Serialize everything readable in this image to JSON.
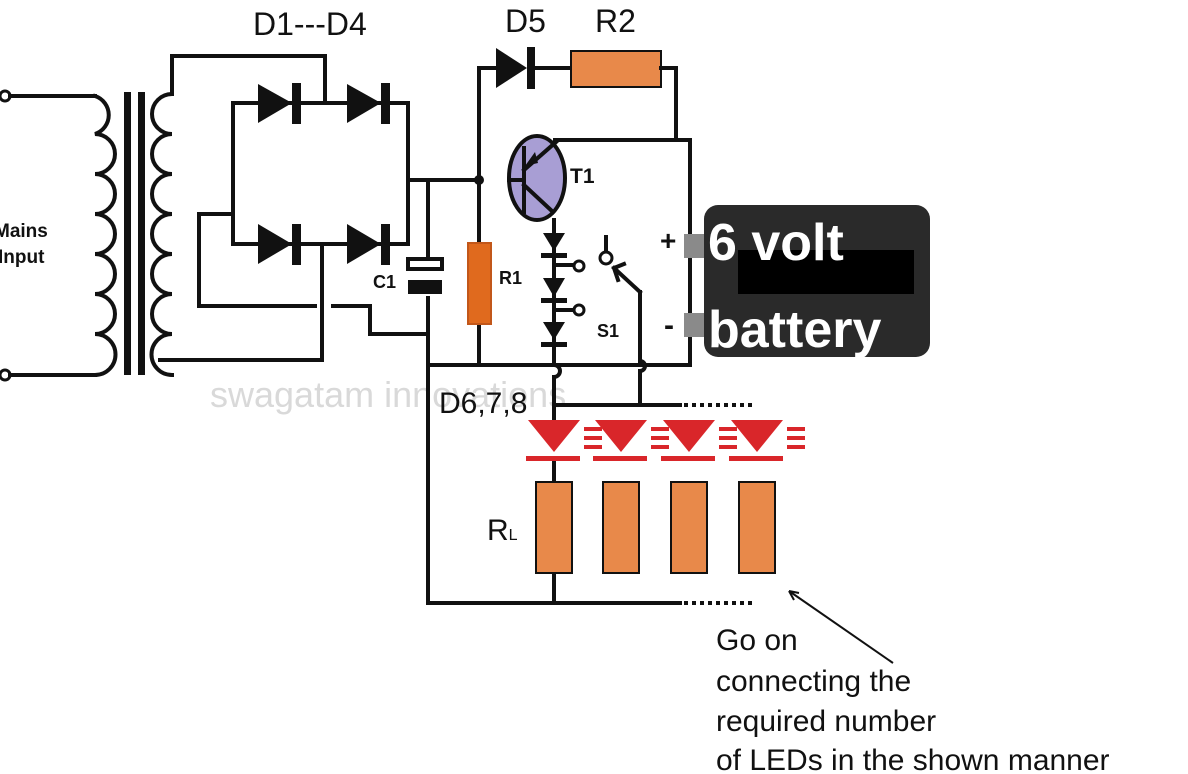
{
  "title": "6 volt battery LED emergency light circuit",
  "labels": {
    "mains_line1": "Mains",
    "mains_line2": "Input",
    "bridge": "D1---D4",
    "d5": "D5",
    "r2": "R2",
    "t1": "T1",
    "c1": "C1",
    "r1": "R1",
    "s1": "S1",
    "d678": "D6,7,8",
    "rl_main": "R",
    "rl_sub": "L",
    "plus": "+",
    "minus": "-"
  },
  "battery": {
    "line1": "6 volt",
    "line2": "battery"
  },
  "watermark": "swagatam innovations",
  "note": {
    "lines": [
      "Go on",
      "connecting the",
      "required number",
      "of LEDs in the shown manner"
    ]
  },
  "led_count": 4,
  "colors": {
    "wire": "#111111",
    "resistor": "#e8894a",
    "r1": "#e06a1e",
    "transistor": "#a89ed4",
    "led": "#d9262a",
    "battery": "#2a2a2a",
    "terminal": "#8a8a8a"
  }
}
